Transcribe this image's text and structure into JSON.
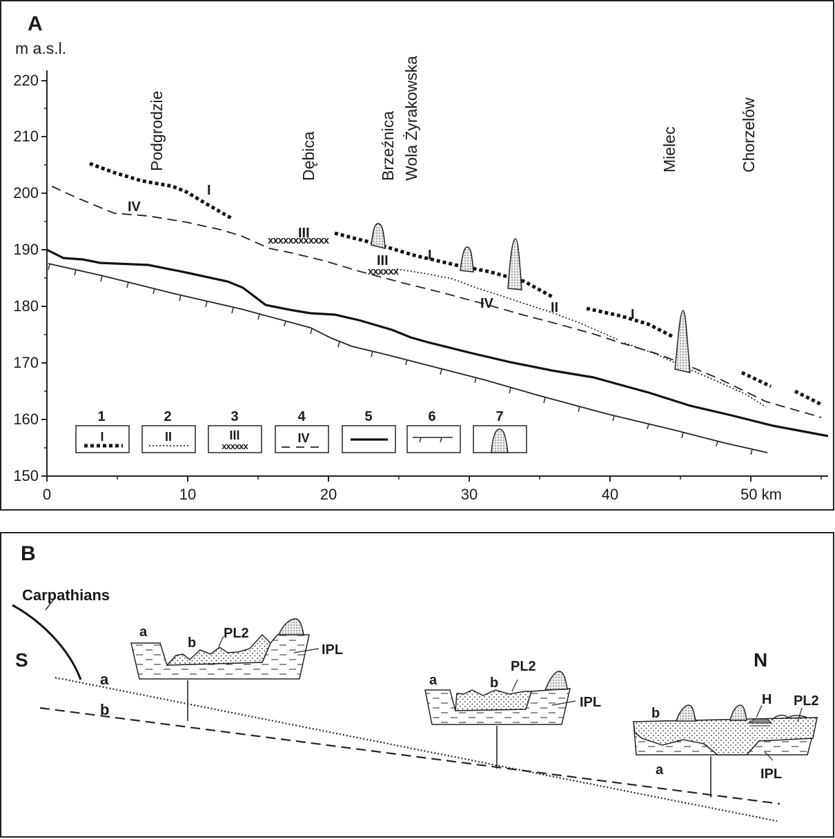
{
  "panel_a": {
    "letter": "A",
    "y_unit": "m  a.s.l.",
    "x_unit": "km",
    "y_ticks": [
      "220",
      "210",
      "200",
      "190",
      "180",
      "170",
      "160",
      "150"
    ],
    "x_ticks": [
      "0",
      "10",
      "20",
      "30",
      "40",
      "50 km"
    ],
    "places": [
      "Podgrodzie",
      "Dębica",
      "Brzeźnica",
      "Wola Żyrakowska",
      "Mielec",
      "Chorzelów"
    ],
    "terrace_labels": {
      "I": "I",
      "II": "II",
      "III": "III",
      "IV": "IV"
    },
    "legend": [
      {
        "num": "1",
        "sym": "I"
      },
      {
        "num": "2",
        "sym": "II"
      },
      {
        "num": "3",
        "sym": "III",
        "sub": "xxxxxx"
      },
      {
        "num": "4",
        "sym": "IV"
      },
      {
        "num": "5",
        "sym": ""
      },
      {
        "num": "6",
        "sym": ""
      },
      {
        "num": "7",
        "sym": ""
      }
    ],
    "xmark": "xxxxxxxxxxxx",
    "xmark_short": "xxxxxx"
  },
  "panel_b": {
    "letter": "B",
    "carpathians": "Carpathians",
    "south": "S",
    "north": "N",
    "a": "a",
    "b": "b",
    "pl2": "PL2",
    "ipl": "IPL",
    "h": "H"
  }
}
